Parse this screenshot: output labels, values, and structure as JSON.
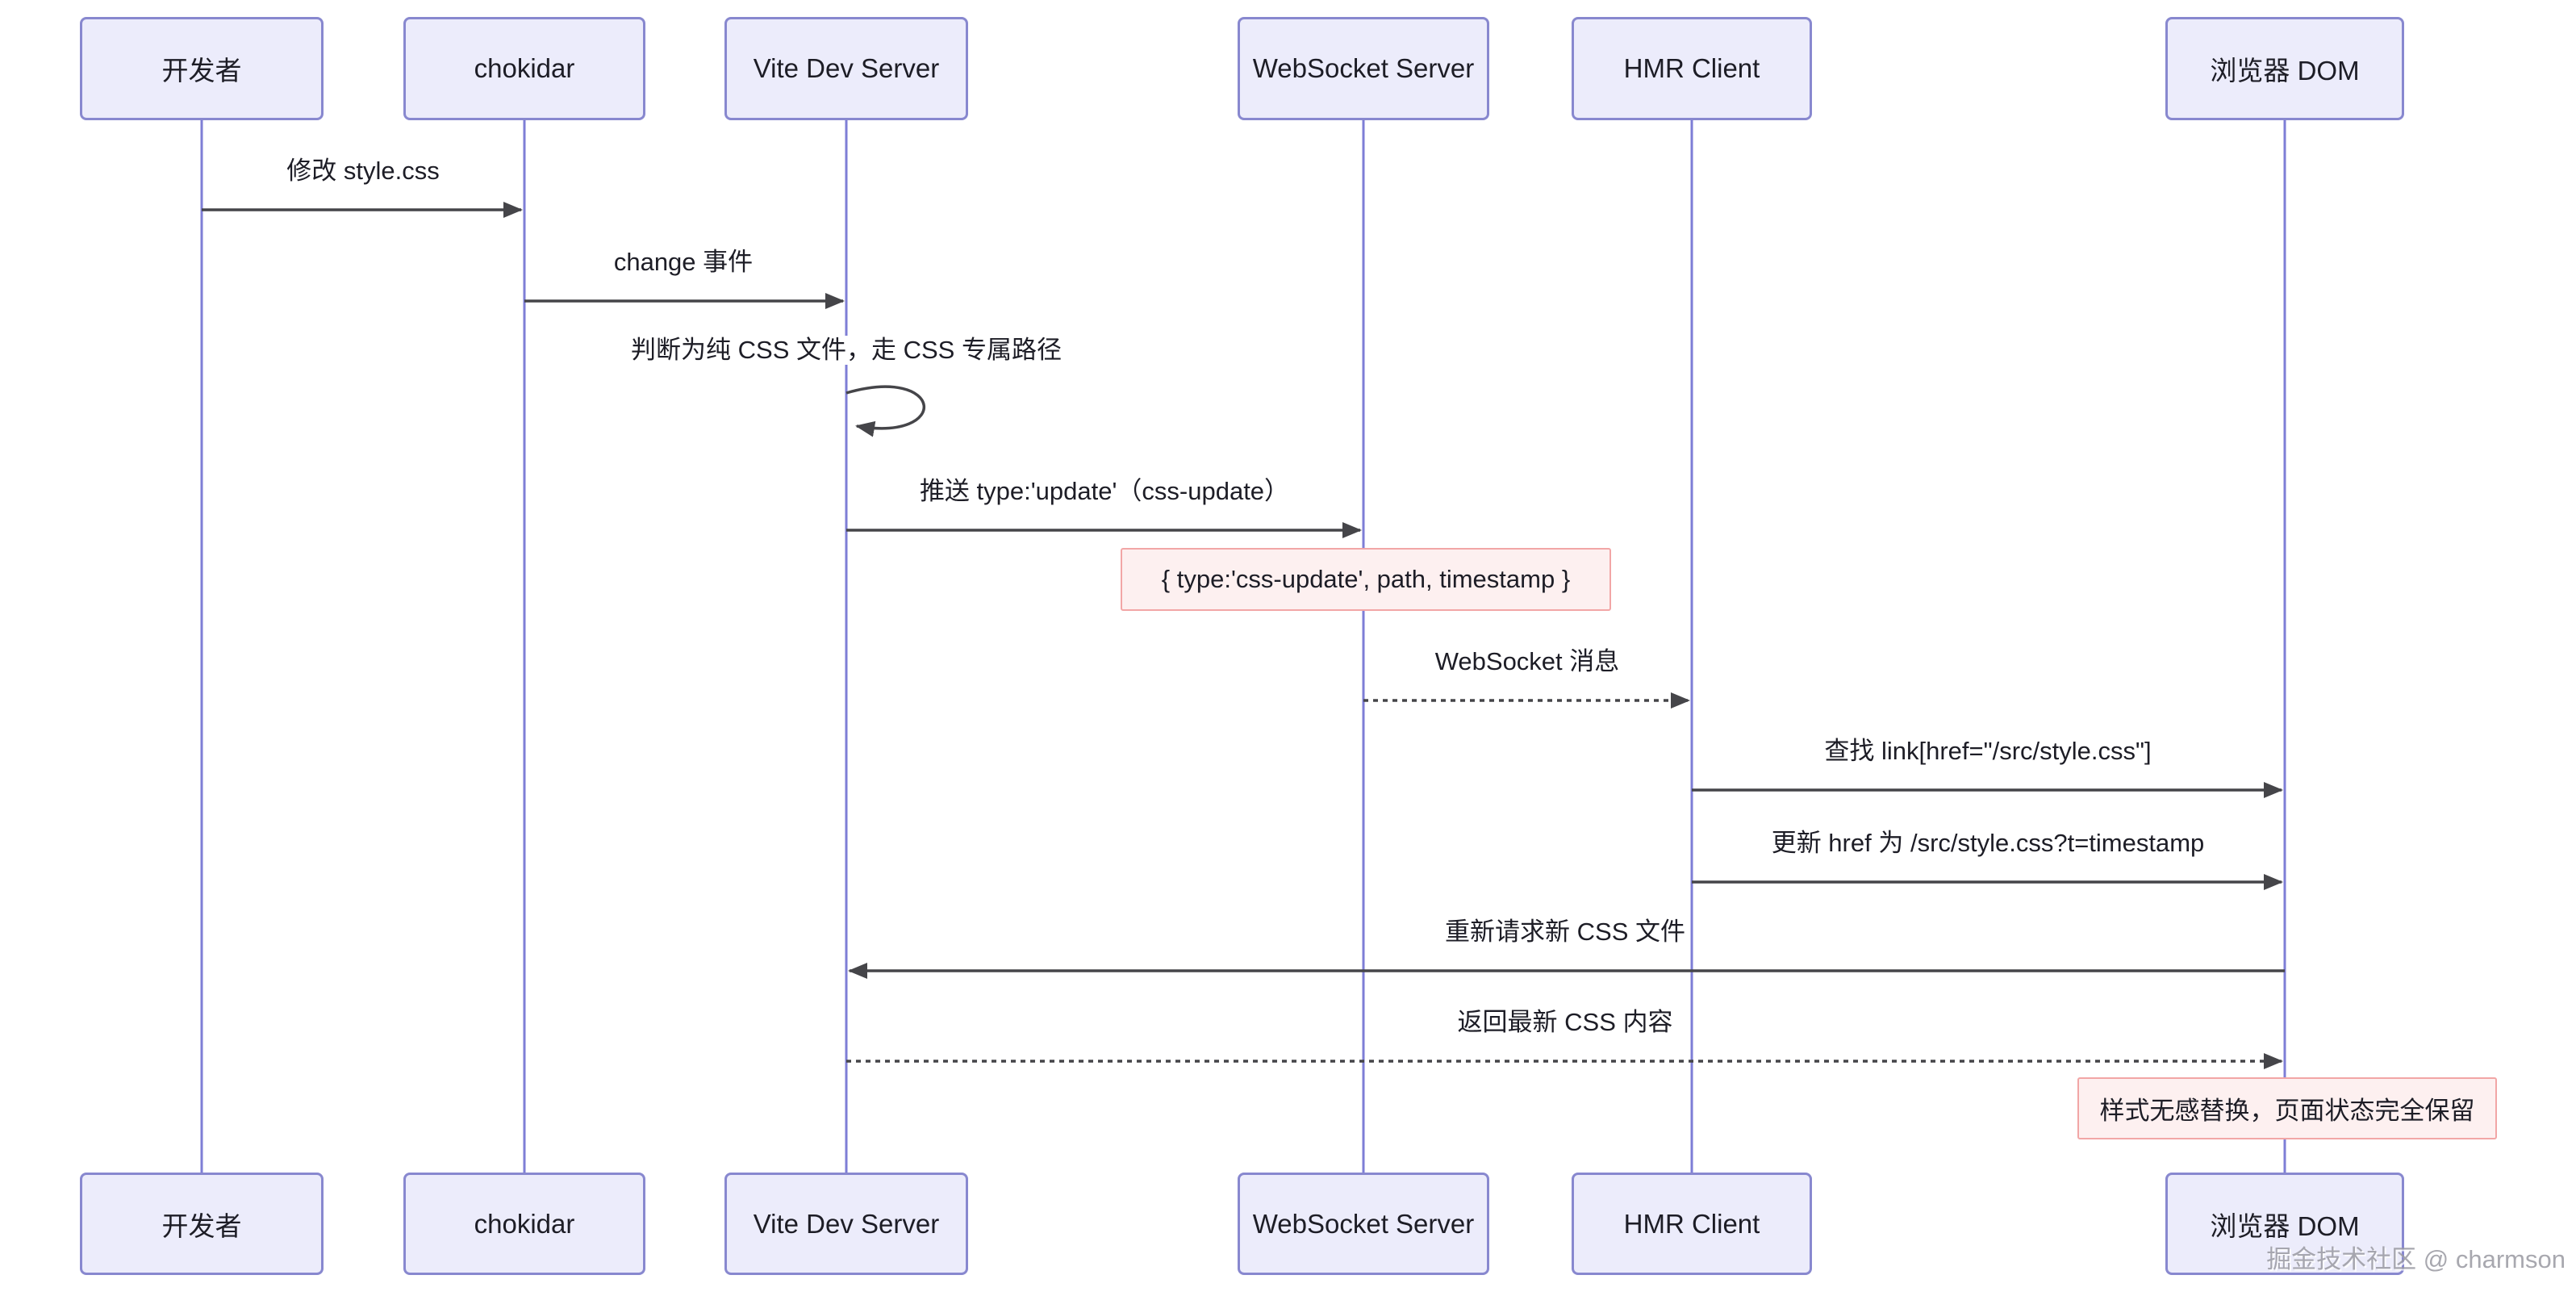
{
  "diagram": {
    "type": "sequence-diagram",
    "participants": [
      {
        "id": "developer",
        "label": "开发者"
      },
      {
        "id": "chokidar",
        "label": "chokidar"
      },
      {
        "id": "vite-dev-server",
        "label": "Vite Dev Server"
      },
      {
        "id": "websocket-server",
        "label": "WebSocket Server"
      },
      {
        "id": "hmr-client",
        "label": "HMR Client"
      },
      {
        "id": "browser-dom",
        "label": "浏览器 DOM"
      }
    ],
    "messages": [
      {
        "from": "developer",
        "to": "chokidar",
        "line": "solid",
        "label": "修改 style.css"
      },
      {
        "from": "chokidar",
        "to": "vite-dev-server",
        "line": "solid",
        "label": "change 事件"
      },
      {
        "from": "vite-dev-server",
        "to": "vite-dev-server",
        "line": "self",
        "label": "判断为纯 CSS 文件，走 CSS 专属路径"
      },
      {
        "from": "vite-dev-server",
        "to": "websocket-server",
        "line": "solid",
        "label": "推送 type:'update'（css-update）"
      },
      {
        "from": "websocket-server",
        "to": "hmr-client",
        "line": "dashed",
        "label": "WebSocket 消息"
      },
      {
        "from": "hmr-client",
        "to": "browser-dom",
        "line": "solid",
        "label": "查找 link[href=\"/src/style.css\"]"
      },
      {
        "from": "hmr-client",
        "to": "browser-dom",
        "line": "solid",
        "label": "更新 href 为 /src/style.css?t=timestamp"
      },
      {
        "from": "browser-dom",
        "to": "vite-dev-server",
        "line": "solid",
        "label": "重新请求新 CSS 文件"
      },
      {
        "from": "vite-dev-server",
        "to": "browser-dom",
        "line": "dashed",
        "label": "返回最新 CSS 内容"
      }
    ],
    "notes": [
      {
        "over": "websocket-server",
        "text": "{ type:'css-update', path, timestamp }"
      },
      {
        "over": "browser-dom",
        "text": "样式无感替换，页面状态完全保留"
      }
    ],
    "watermark": "掘金技术社区 @ charmson",
    "colors": {
      "background": "#ffffff",
      "actor_fill": "#ececfb",
      "actor_border": "#8888cf",
      "lifeline": "#7e7ed6",
      "arrow": "#454549",
      "note_fill": "#fdf0f0",
      "note_border": "#f2a6a6",
      "text": "#1d1d26",
      "watermark": "#9a9aa2"
    }
  }
}
